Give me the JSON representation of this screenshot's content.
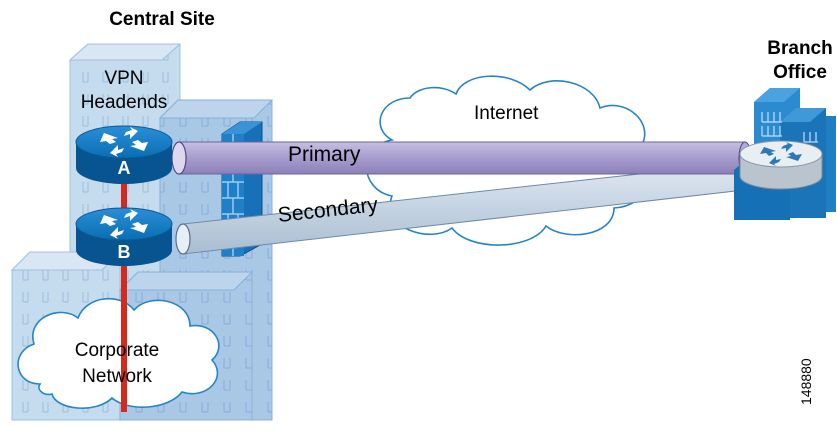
{
  "labels": {
    "central_site": "Central Site",
    "branch_office_line1": "Branch",
    "branch_office_line2": "Office",
    "vpn_headends_line1": "VPN",
    "vpn_headends_line2": "Headends",
    "internet": "Internet",
    "primary": "Primary",
    "secondary": "Secondary",
    "router_a": "A",
    "router_b": "B",
    "corporate_line1": "Corporate",
    "corporate_line2": "Network",
    "figure_id": "148880"
  },
  "colors": {
    "building_light": "#c5dbee",
    "building_mid": "#a9c8e6",
    "building_dark": "#8fb5dc",
    "router_blue": "#0a6eb4",
    "router_dark": "#075490",
    "branch_blue": "#1f7fc4",
    "firewall_blue": "#1770b8",
    "primary_tunnel": "#a79cce",
    "secondary_tunnel": "#c4d3e2",
    "red_link": "#d42a1e",
    "cloud_fill": "#ffffff",
    "cloud_stroke": "#2585c8"
  }
}
